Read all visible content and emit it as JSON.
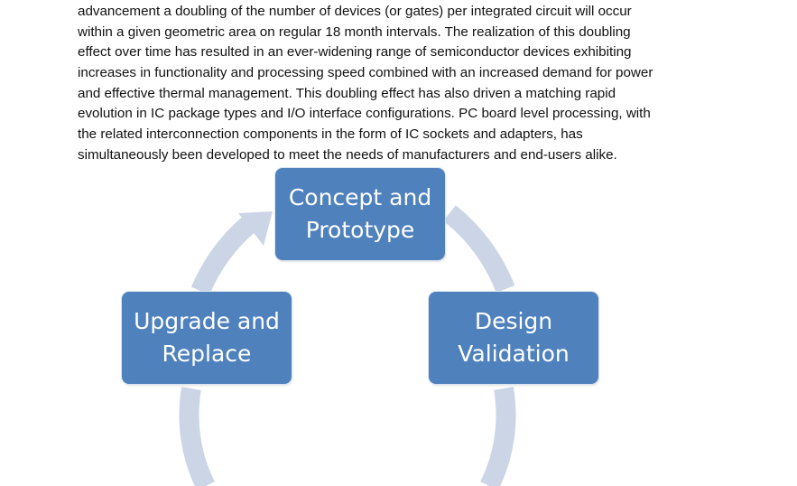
{
  "paragraph": {
    "lines": [
      "advancement a doubling of the number of devices (or gates) per integrated circuit will occur",
      "within a given geometric area on regular 18 month intervals.  The realization of this doubling",
      "effect over time has resulted in an ever-widening range of semiconductor devices exhibiting",
      "increases in functionality and processing speed combined with an increased demand for power",
      "and effective thermal management. This doubling effect has also driven a matching rapid",
      "evolution in IC package types and I/O interface configurations.  PC board level processing, with",
      "the related interconnection components in the form of IC sockets and adapters, has",
      "simultaneously been developed to meet the needs of manufacturers and end-users alike."
    ]
  },
  "cycle": {
    "stages": [
      {
        "line1": "Concept and",
        "line2": "Prototype"
      },
      {
        "line1": "Design",
        "line2": "Validation"
      },
      {
        "line1": "Upgrade and",
        "line2": "Replace"
      }
    ],
    "colors": {
      "box": "#4f81bd",
      "arrow": "#ccd5e6",
      "text": "#ffffff"
    }
  }
}
